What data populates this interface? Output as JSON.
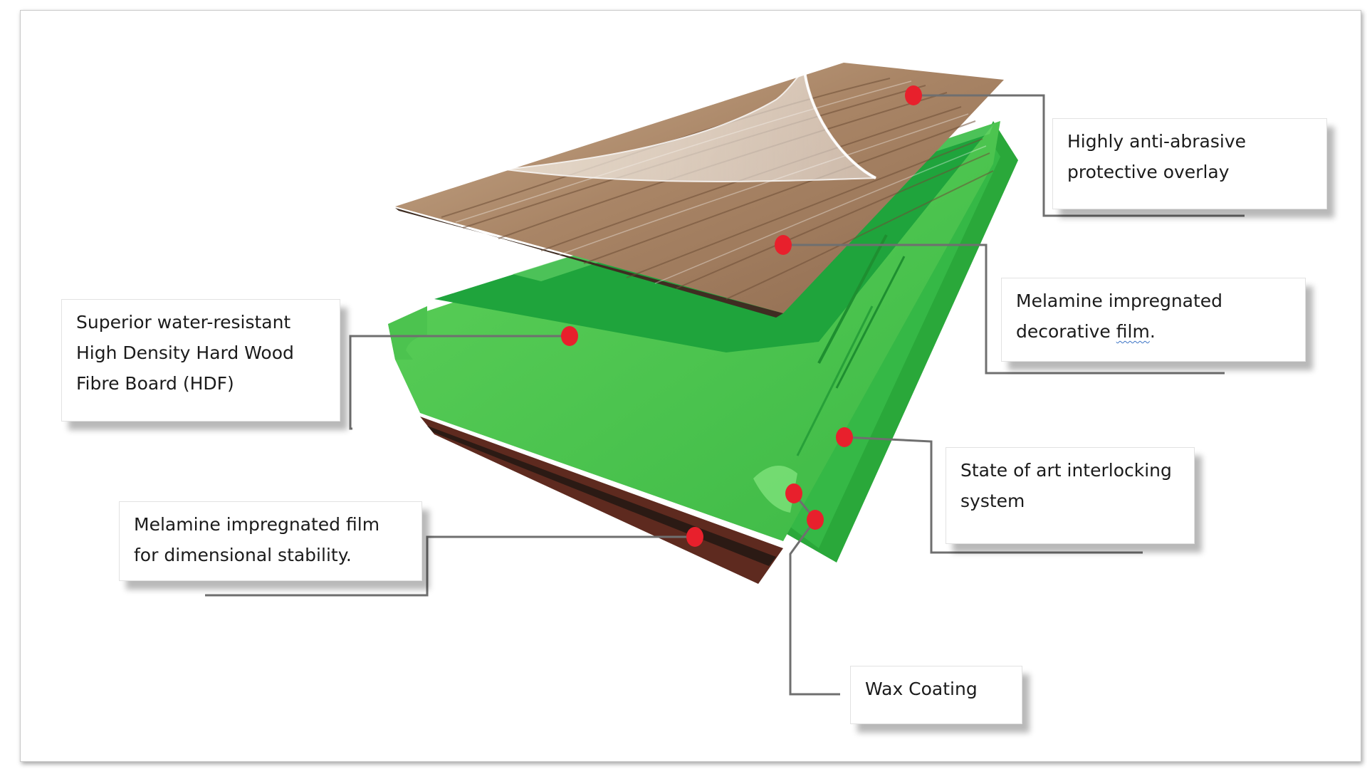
{
  "colors": {
    "marker": "#e8202c",
    "leader": "#6f6f6f",
    "hdf_light": "#47c44b",
    "hdf_dark": "#1fa43c",
    "wood": "#a98566",
    "backing": "#5e2a1f"
  },
  "labels": {
    "overlay": {
      "line1": "Highly anti-abrasive",
      "line2": "protective overlay"
    },
    "decor": {
      "line1": "Melamine impregnated",
      "line2a": "decorative ",
      "line2b": "film",
      "line2c": "."
    },
    "hdf": {
      "line1": "Superior water-resistant",
      "line2": "High Density Hard Wood",
      "line3": "Fibre Board (HDF)"
    },
    "interlock": {
      "line1": "State of art interlocking",
      "line2": "system"
    },
    "backing": {
      "line1": "Melamine impregnated film",
      "line2": "for dimensional stability."
    },
    "wax": {
      "line1": "Wax Coating"
    }
  }
}
